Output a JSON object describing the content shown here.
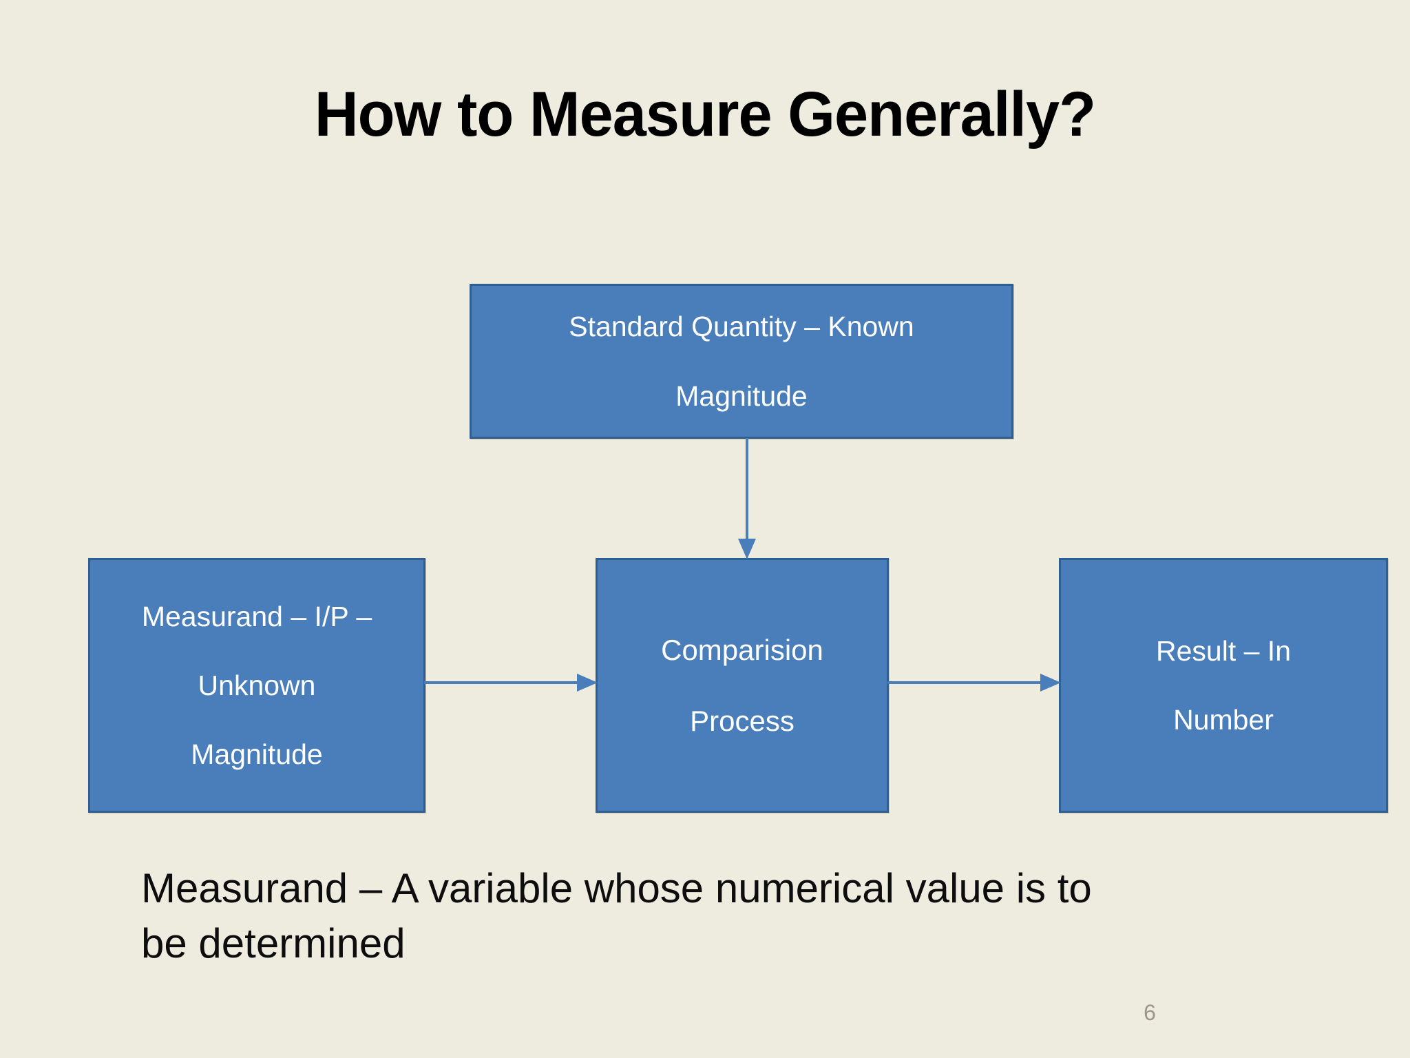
{
  "slide": {
    "background_color": "#eeebdf",
    "title": "How to Measure Generally?",
    "page_number": "6"
  },
  "diagram": {
    "accent_color": "#4a7ebb",
    "border_color": "#2e5f90",
    "text_color": "#ffffff",
    "boxes": [
      {
        "id": "standard-quantity",
        "line1": "Standard Quantity – Known",
        "line2": "Magnitude"
      },
      {
        "id": "measurand",
        "line1": "Measurand – I/P –",
        "line2": "Unknown",
        "line3": "Magnitude"
      },
      {
        "id": "comparison-process",
        "line1": "Comparision",
        "line2": "Process"
      },
      {
        "id": "result",
        "line1": "Result – In",
        "line2": "Number"
      }
    ],
    "arrows": [
      {
        "id": "standard-to-comparison",
        "direction": "down"
      },
      {
        "id": "measurand-to-comparison",
        "direction": "right"
      },
      {
        "id": "comparison-to-result",
        "direction": "right"
      }
    ]
  },
  "caption": {
    "line1": "Measurand – A variable whose numerical value is to",
    "line2": "be determined"
  }
}
